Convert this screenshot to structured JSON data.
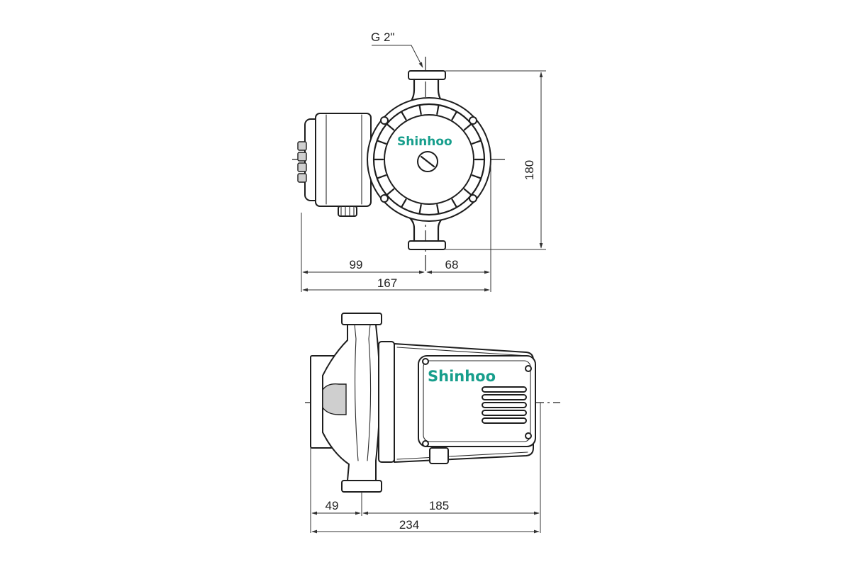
{
  "thread_label": "G 2\"",
  "brand": {
    "name": "Shinhoo",
    "color": "#179e8c"
  },
  "top_view": {
    "height_dim": "180",
    "left_dim": "99",
    "right_dim": "68",
    "total_width_dim": "167"
  },
  "side_view": {
    "left_dim": "49",
    "right_dim": "185",
    "total_length_dim": "234"
  }
}
